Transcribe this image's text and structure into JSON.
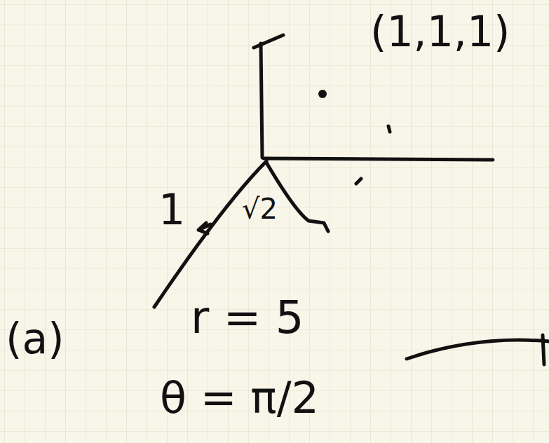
{
  "diagram": {
    "labels": [
      "(1,1,1)",
      "1",
      "√2",
      "(a)",
      "r = 5",
      "θ = π/2"
    ]
  }
}
